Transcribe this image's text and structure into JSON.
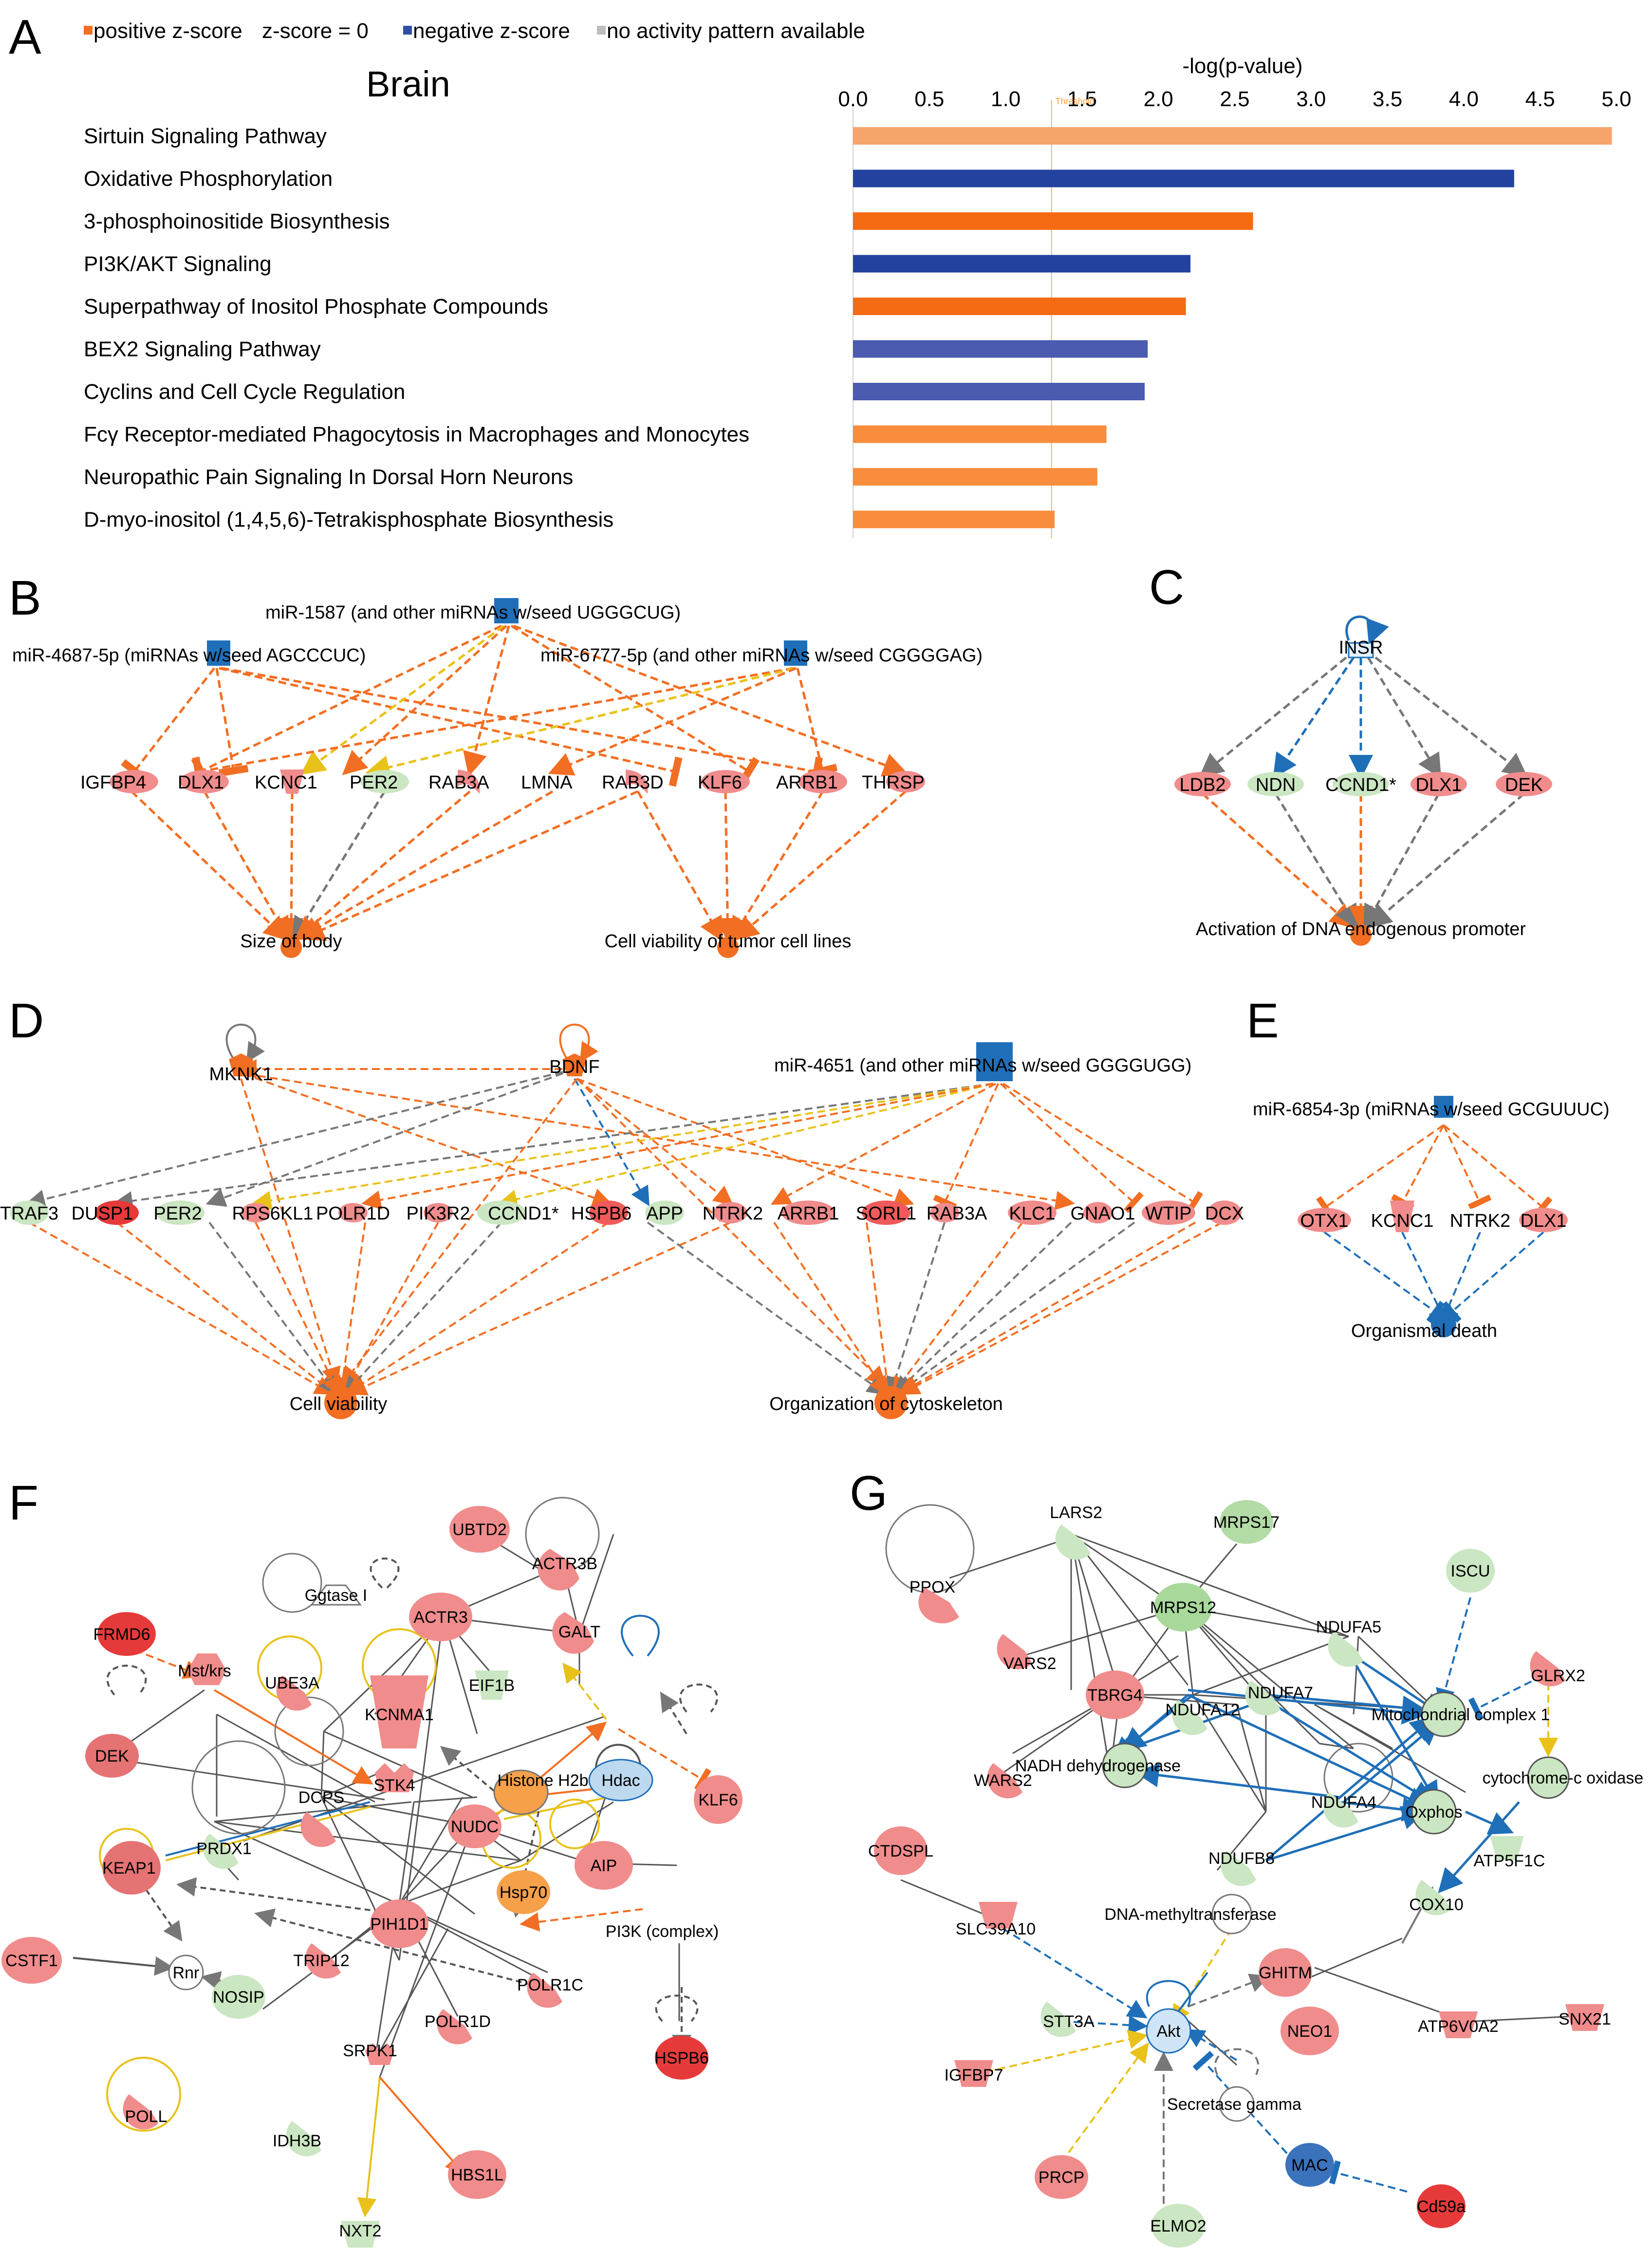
{
  "legend": {
    "positive": "positive z-score",
    "zero": "z-score = 0",
    "negative": "negative z-score",
    "na": "no activity pattern available",
    "colors": {
      "positive": "#f26e22",
      "zero": "#ffffff",
      "negative": "#2f4ea6",
      "na": "#bdbdbd"
    }
  },
  "panelA": {
    "letter": "A",
    "title": "Brain",
    "axis_label": "-log(p-value)",
    "threshold_label": "Threshold",
    "chart_data": {
      "type": "bar",
      "orientation": "horizontal",
      "title": "Brain",
      "xlabel": "-log(p-value)",
      "xlim": [
        0,
        5
      ],
      "xticks": [
        "0.0",
        "0.5",
        "1.0",
        "1.5",
        "2.0",
        "2.5",
        "3.0",
        "3.5",
        "4.0",
        "4.5",
        "5.0"
      ],
      "threshold": 1.3,
      "categories": [
        "Sirtuin Signaling Pathway",
        "Oxidative Phosphorylation",
        "3-phosphoinositide Biosynthesis",
        "PI3K/AKT Signaling",
        "Superpathway of Inositol Phosphate Compounds",
        "BEX2 Signaling Pathway",
        "Cyclins and Cell Cycle Regulation",
        "Fcγ Receptor-mediated Phagocytosis in Macrophages and Monocytes",
        "Neuropathic Pain Signaling In Dorsal Horn Neurons",
        "D-myo-inositol (1,4,5,6)-Tetrakisphosphate Biosynthesis"
      ],
      "values": [
        4.97,
        4.33,
        2.62,
        2.21,
        2.18,
        1.93,
        1.91,
        1.66,
        1.6,
        1.32
      ],
      "colors": [
        "#f6a46c",
        "#2342a0",
        "#f46b14",
        "#2342a0",
        "#f46b14",
        "#4a5bb0",
        "#4a5bb0",
        "#f78d3d",
        "#f78d3d",
        "#f78d3d"
      ]
    }
  },
  "panelB": {
    "letter": "B",
    "regulators": [
      "miR-1587 (and other miRNAs w/seed UGGGCUG)",
      "miR-4687-5p (miRNAs w/seed AGCCCUC)",
      "miR-6777-5p (and other miRNAs w/seed CGGGGAG)"
    ],
    "genes": [
      "IGFBP4",
      "DLX1",
      "KCNC1",
      "PER2",
      "RAB3A",
      "LMNA",
      "RAB3D",
      "KLF6",
      "ARRB1",
      "THRSP"
    ],
    "functions": [
      "Size of body",
      "Cell viability of tumor cell lines"
    ]
  },
  "panelC": {
    "letter": "C",
    "regulator": "INSR",
    "genes": [
      "LDB2",
      "NDN",
      "CCND1*",
      "DLX1",
      "DEK"
    ],
    "function": "Activation of DNA endogenous promoter"
  },
  "panelD": {
    "letter": "D",
    "regulators": [
      "MKNK1",
      "BDNF",
      "miR-4651 (and other miRNAs w/seed GGGGUGG)"
    ],
    "genes": [
      "TRAF3",
      "DUSP1",
      "PER2",
      "RPS6KL1",
      "POLR1D",
      "PIK3R2",
      "CCND1*",
      "HSPB6",
      "APP",
      "NTRK2",
      "ARRB1",
      "SORL1",
      "RAB3A",
      "KLC1",
      "GNAO1",
      "WTIP",
      "DCX"
    ],
    "functions": [
      "Cell viability",
      "Organization of cytoskeleton"
    ]
  },
  "panelE": {
    "letter": "E",
    "regulator": "miR-6854-3p (miRNAs w/seed GCGUUUC)",
    "genes": [
      "OTX1",
      "KCNC1",
      "NTRK2",
      "DLX1"
    ],
    "function": "Organismal death"
  },
  "panelF": {
    "letter": "F",
    "nodes": [
      "UBTD2",
      "ACTR3B",
      "Ggtase I",
      "ACTR3",
      "GALT",
      "FRMD6",
      "Mst/krs",
      "UBE3A",
      "KCNMA1",
      "EIF1B",
      "Hdac",
      "DEK",
      "STK4",
      "Histone H2b",
      "KLF6",
      "DCPS",
      "NUDC",
      "PRDX1",
      "KEAP1",
      "AIP",
      "Hsp70",
      "PI3K (complex)",
      "CSTF1",
      "Rnr",
      "TRIP12",
      "PIH1D1",
      "POLR1C",
      "NOSIP",
      "SRPK1",
      "POLR1D",
      "HSPB6",
      "POLL",
      "IDH3B",
      "HBS1L",
      "NXT2"
    ]
  },
  "panelG": {
    "letter": "G",
    "nodes": [
      "LARS2",
      "MRPS17",
      "PPOX",
      "MRPS12",
      "ISCU",
      "NDUFA5",
      "VARS2",
      "TBRG4",
      "GLRX2",
      "NDUFA7",
      "Mitochondrial complex 1",
      "NDUFA12",
      "NADH dehydrogenase",
      "cytochrome-c oxidase",
      "WARS2",
      "NDUFA4",
      "Oxphos",
      "NDUFB8",
      "ATP5F1C",
      "COX10",
      "CTDSPL",
      "DNA-methyltransferase",
      "SLC39A10",
      "GHITM",
      "STT3A",
      "Akt",
      "ATP6V0A2",
      "SNX21",
      "NEO1",
      "IGFBP7",
      "Secretase gamma",
      "PRCP",
      "MAC",
      "ELMO2",
      "Cd59a"
    ]
  }
}
